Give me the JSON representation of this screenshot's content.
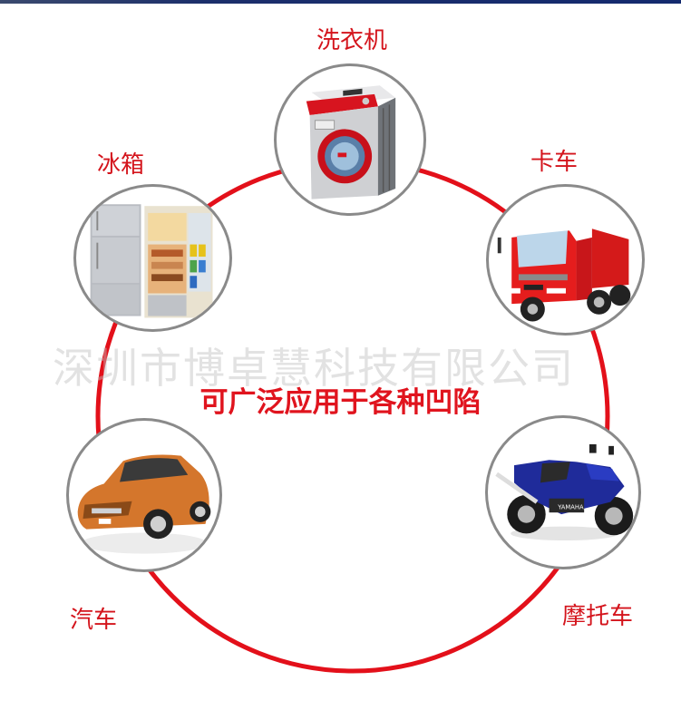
{
  "colors": {
    "accent_red": "#e0141e",
    "label_red": "#d4141c",
    "ring_red": "#e3101a",
    "bubble_border": "#8a8a8a",
    "watermark_gray": "#bebebe"
  },
  "headline": "可广泛应用于各种凹陷",
  "watermark": "深圳市博卓慧科技有限公司",
  "items": [
    {
      "label": "洗衣机",
      "icon": "washing-machine-icon"
    },
    {
      "label": "冰箱",
      "icon": "refrigerator-icon"
    },
    {
      "label": "卡车",
      "icon": "truck-icon"
    },
    {
      "label": "汽车",
      "icon": "car-icon"
    },
    {
      "label": "摩托车",
      "icon": "motorcycle-icon"
    }
  ]
}
